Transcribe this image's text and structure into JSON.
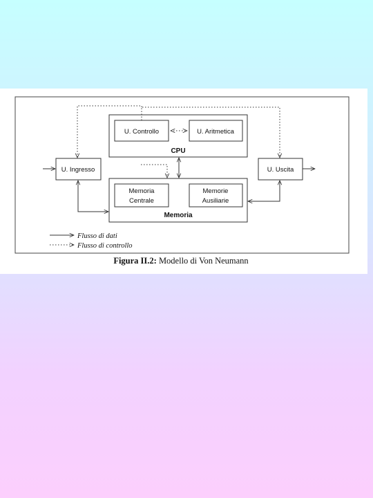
{
  "figure": {
    "caption_prefix": "Figura II.2:",
    "caption_text": " Modello di Von Neumann"
  },
  "diagram": {
    "cpu": {
      "label": "CPU",
      "control_unit": "U. Controllo",
      "arithmetic_unit": "U. Aritmetica"
    },
    "memory": {
      "label": "Memoria",
      "central_line1": "Memoria",
      "central_line2": "Centrale",
      "auxiliary_line1": "Memorie",
      "auxiliary_line2": "Ausiliarie"
    },
    "input_unit": "U. Ingresso",
    "output_unit": "U. Uscita"
  },
  "legend": {
    "data_flow": "Flusso di dati",
    "control_flow": "Flusso di controllo"
  },
  "colors": {
    "background_top": "#c6ffff",
    "background_bottom": "#fccffd",
    "figure_background": "#ffffff",
    "line": "#333333"
  }
}
